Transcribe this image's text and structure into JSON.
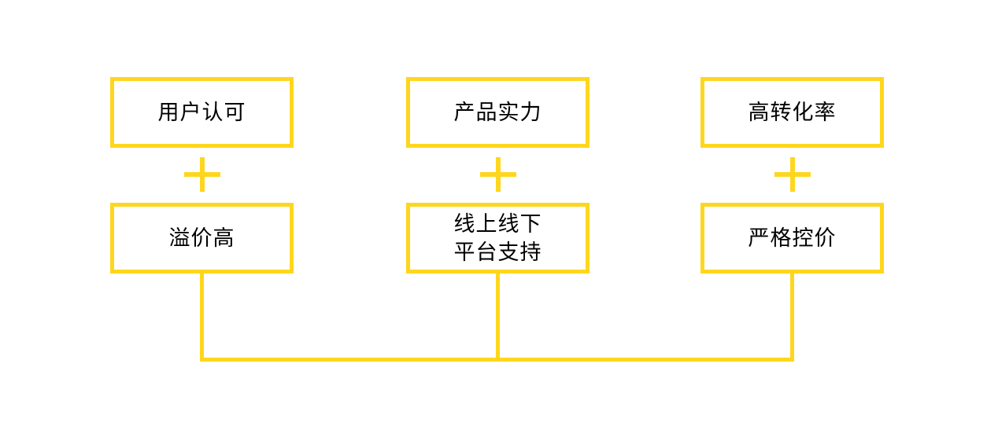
{
  "diagram": {
    "accent_color": "#FFD61E",
    "text_color": "#000000",
    "background_color": "#FFFFFF",
    "plus_icon": "+",
    "columns": [
      {
        "top_label": "用户认可",
        "bottom_label": "溢价高"
      },
      {
        "top_label": "产品实力",
        "bottom_label": "线上线下\n平台支持"
      },
      {
        "top_label": "高转化率",
        "bottom_label": "严格控价"
      }
    ]
  }
}
